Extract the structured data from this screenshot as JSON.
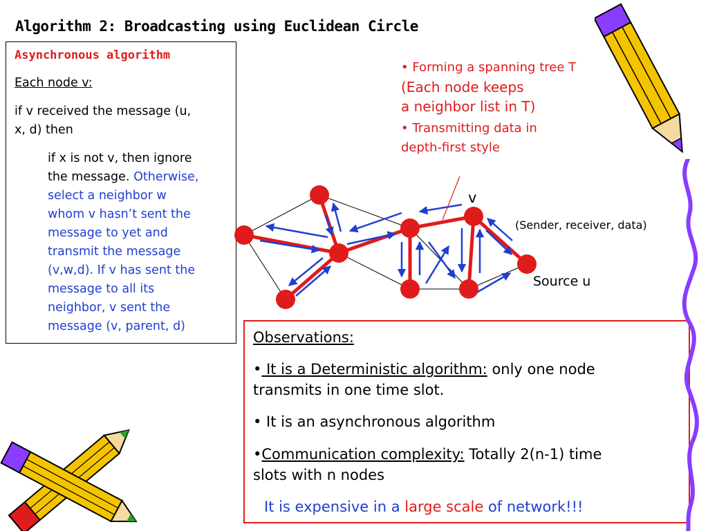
{
  "title": "Algorithm 2: Broadcasting using Euclidean Circle",
  "left_panel": {
    "heading": "Asynchronous algorithm",
    "each_node": "Each node v:",
    "line1": "if v received the message (u,",
    "line2": "x, d) then",
    "ignore1": "if x is not v, then ignore",
    "ignore2": "the message.",
    "otherwise": "Otherwise,",
    "blue_lines": [
      "select a neighbor w",
      "whom v hasn’t sent the",
      "message to yet and",
      "transmit the message",
      "(v,w,d). If v has sent the",
      "message to all its",
      "neighbor, v sent the",
      "message (v, parent, d)"
    ]
  },
  "bullets": {
    "b1_line1": "• Forming a  spanning tree T",
    "b1_line2": "(Each node keeps",
    "b1_line3": "a neighbor list in T)",
    "b2_line1": "• Transmitting data in",
    "b2_line2": "depth-first style"
  },
  "diagram": {
    "v_label": "v",
    "sender_label": "(Sender, receiver, data)",
    "source_label": "Source u"
  },
  "observations": {
    "heading": "Observations:",
    "o1_bullet": "•",
    "o1_underlined": " It is a Deterministic algorithm:",
    "o1_rest": " only one node",
    "o1_line2": "transmits in one time slot.",
    "o2": "• It is an asynchronous algorithm",
    "o3_bullet": "•",
    "o3_underlined": "Communication complexity:",
    "o3_rest": " Totally 2(n-1) time",
    "o3_line2": "slots with n nodes",
    "o4_a": "It is expensive in a ",
    "o4_b": "large scale",
    "o4_c": " of network!!!"
  },
  "colors": {
    "red": "#e01b1b",
    "blue": "#1f3fd0",
    "pencil_yellow": "#f5c400",
    "pencil_tip_green": "#2aa02a",
    "squiggle_purple": "#8a3cff"
  },
  "icons": [
    "pencil-icon",
    "crossed-pencils-icon",
    "squiggle-line"
  ]
}
